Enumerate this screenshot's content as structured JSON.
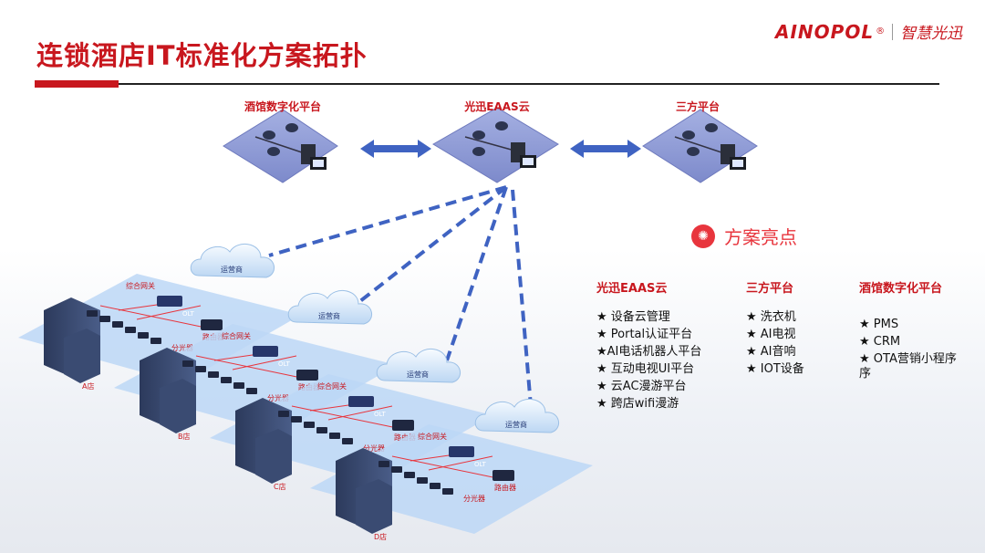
{
  "header": {
    "title": "连锁酒店IT标准化方案拓扑"
  },
  "logo": {
    "brand": "AINOPOL",
    "reg": "®",
    "slogan": "智慧光迅"
  },
  "platforms": {
    "left": "酒馆数字化平台",
    "center": "光迅EAAS云",
    "right": "三方平台"
  },
  "highlights": {
    "title": "方案亮点"
  },
  "columns": [
    {
      "title": "光迅EAAS云",
      "items": [
        "★ 设备云管理",
        "★ Portal认证平台",
        "★AI电话机器人平台",
        "★ 互动电视UI平台",
        "★ 云AC漫游平台",
        "★ 跨店wifi漫游"
      ]
    },
    {
      "title": "三方平台",
      "items": [
        "★ 洗衣机",
        "★ AI电视",
        "★ AI音响",
        "★ IOT设备"
      ]
    },
    {
      "title": "酒馆数字化平台",
      "items": [
        "★ PMS",
        "★ CRM",
        "★ OTA营销小程序",
        "序"
      ]
    }
  ],
  "cloud_label": "运营商",
  "branch": {
    "gateway": "综合网关",
    "olt": "OLT",
    "router": "路由器",
    "splitter": "分光器"
  },
  "stores": [
    "A店",
    "B店",
    "C店",
    "D店"
  ],
  "colors": {
    "accent": "#c8171e",
    "platform": "#8c98d6",
    "link": "#3f63c2",
    "site": "#bcd7f6"
  }
}
